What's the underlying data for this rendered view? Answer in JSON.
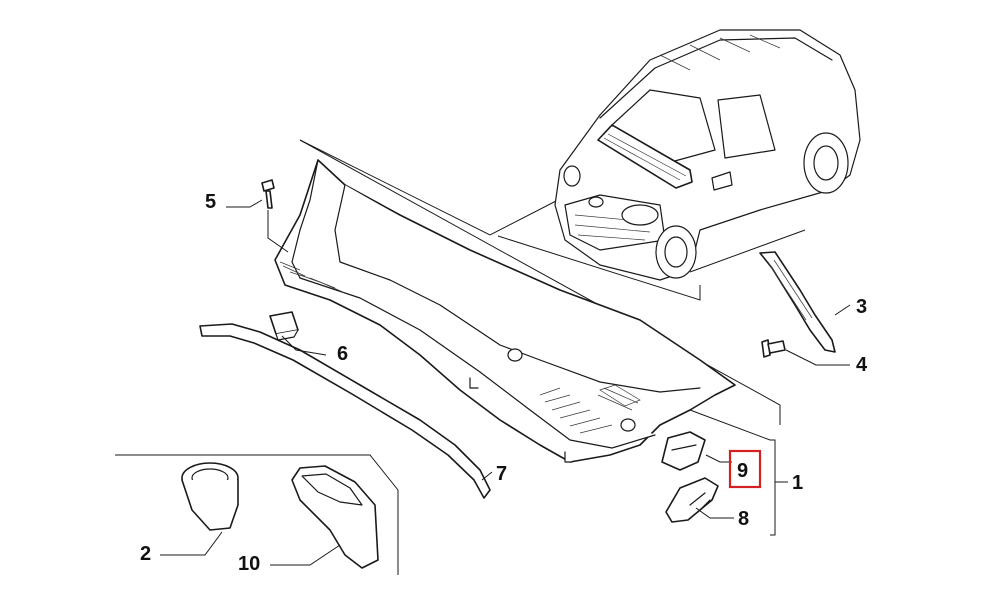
{
  "callouts": [
    {
      "id": "c1",
      "text": "1"
    },
    {
      "id": "c2",
      "text": "2"
    },
    {
      "id": "c3",
      "text": "3"
    },
    {
      "id": "c4",
      "text": "4"
    },
    {
      "id": "c5",
      "text": "5"
    },
    {
      "id": "c6",
      "text": "6"
    },
    {
      "id": "c7",
      "text": "7"
    },
    {
      "id": "c8",
      "text": "8"
    },
    {
      "id": "c9",
      "text": "9"
    },
    {
      "id": "c10",
      "text": "10"
    }
  ],
  "highlighted_part": "9",
  "colors": {
    "highlight": "#d42020",
    "line": "#1a1a1a",
    "background": "#ffffff"
  }
}
